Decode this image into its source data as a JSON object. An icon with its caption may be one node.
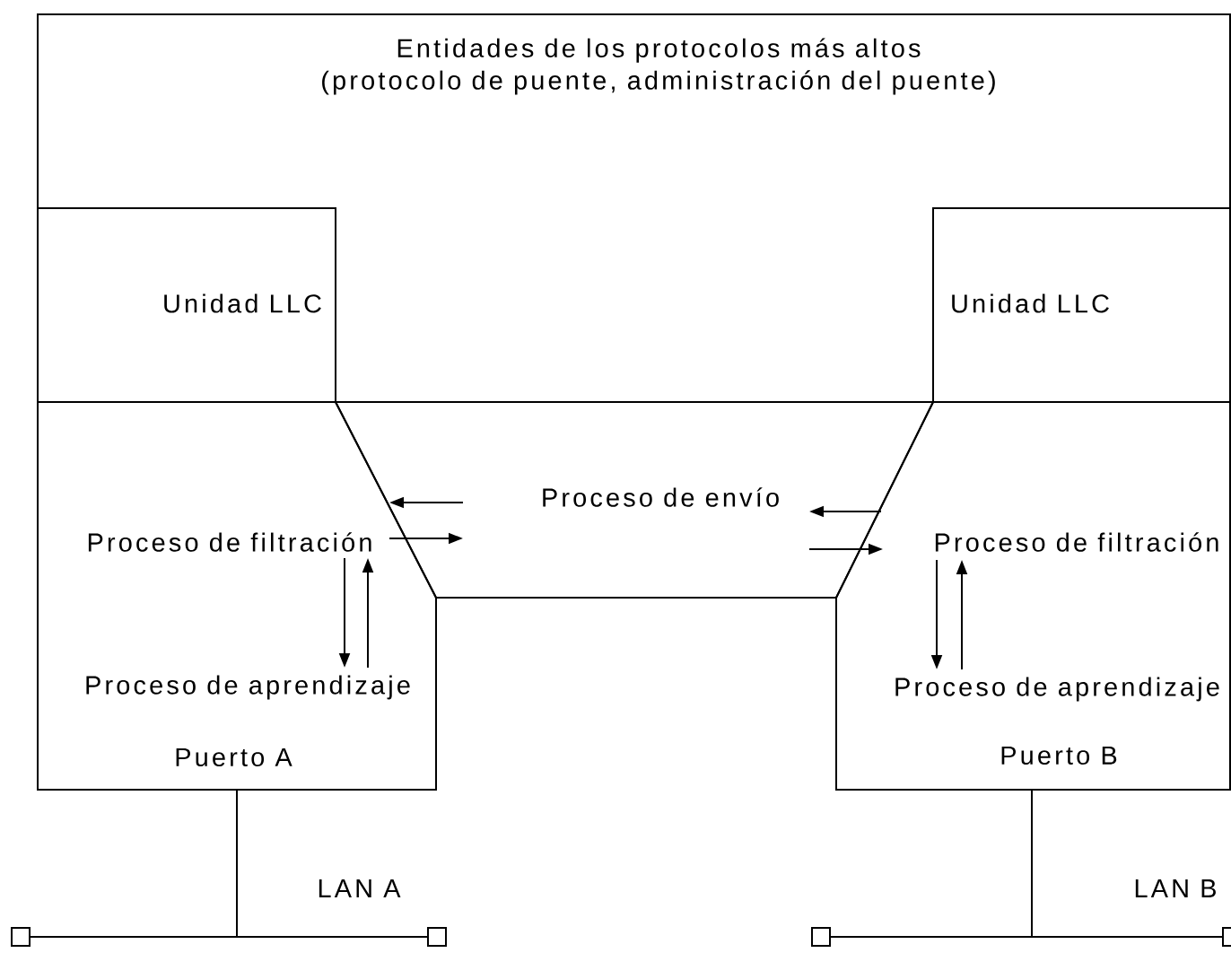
{
  "diagram": {
    "nodes": [
      {
        "text": [
          "Entidades de los protocolos más altos",
          "(protocolo de puente, administración del puente)"
        ]
      },
      {
        "text": [
          "Unidad LLC"
        ]
      },
      {
        "text": [
          "Unidad LLC"
        ]
      },
      {
        "text": [
          "Proceso de envío"
        ]
      },
      {
        "text": [
          "Puerto A"
        ]
      },
      {
        "text": [
          "Proceso de filtración"
        ],
        "in": 4
      },
      {
        "text": [
          "Proceso de aprendizaje"
        ],
        "in": 4
      },
      {
        "text": [
          "Puerto B"
        ]
      },
      {
        "text": [
          "Proceso de filtración"
        ],
        "in": 7
      },
      {
        "text": [
          "Proceso de aprendizaje"
        ],
        "in": 7
      },
      {
        "text": [],
        "shape": "bar",
        "beside": [
          "LAN A"
        ]
      },
      {
        "text": [],
        "shape": "bar",
        "beside": [
          "LAN B"
        ]
      }
    ],
    "edges": [
      {
        "from": 3,
        "to": 4,
        "arrow": "to"
      },
      {
        "from": 4,
        "to": 3,
        "arrow": "to"
      },
      {
        "from": 5,
        "to": 6,
        "arrow": "to"
      },
      {
        "from": 6,
        "to": 5,
        "arrow": "to"
      },
      {
        "from": 7,
        "to": 3,
        "arrow": "to"
      },
      {
        "from": 3,
        "to": 7,
        "arrow": "to"
      },
      {
        "from": 8,
        "to": 9,
        "arrow": "to"
      },
      {
        "from": 9,
        "to": 8,
        "arrow": "to"
      },
      {
        "from": 4,
        "to": 10,
        "arrow": "none"
      },
      {
        "from": 7,
        "to": 11,
        "arrow": "none"
      }
    ]
  }
}
